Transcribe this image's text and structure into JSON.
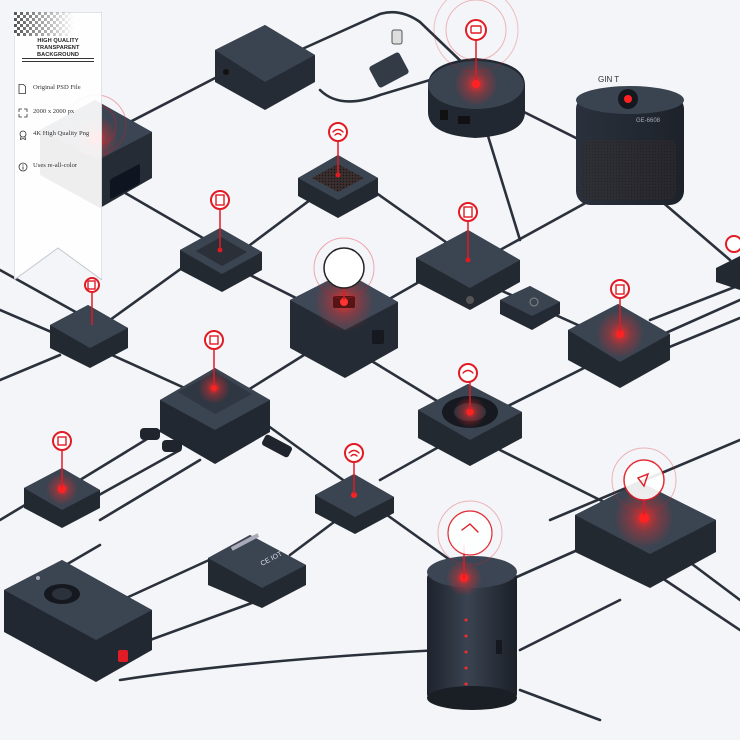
{
  "banner": {
    "heading": "HIGH QUALITY TRANSPARENT BACKGROUND",
    "features": [
      {
        "icon": "document-icon",
        "text": "Original PSD File"
      },
      {
        "icon": "resize-icon",
        "text": "2000 x 2000 px"
      },
      {
        "icon": "badge-icon",
        "text": "4K High Quality Png"
      },
      {
        "icon": "info-icon",
        "text": "Uses re-all-color"
      }
    ],
    "checker_icon": "transparency-checker-icon"
  },
  "device_labels": {
    "top_right_speaker": "GIN T",
    "top_right_speaker_side": "GE-6608",
    "small_module_tag": "CE IOT"
  },
  "colors": {
    "device_dark": "#2d3440",
    "device_top": "#3d4654",
    "cable": "#2b313b",
    "accent_red": "#e01b24",
    "background": "#f3f5f8"
  }
}
